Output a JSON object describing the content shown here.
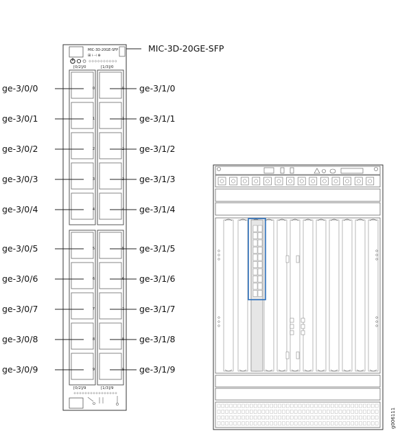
{
  "callout": {
    "label": "MIC-3D-20GE-SFP",
    "accent": "#2a6ebb"
  },
  "card": {
    "header_text": "MIC-3D-20GE-SFP",
    "left_group_top": "[0/2]/0",
    "right_group_top": "[1/3]/0",
    "left_group_bottom": "[0/2]/9",
    "right_group_bottom": "[1/3]/9"
  },
  "ports_left": [
    "ge-3/0/0",
    "ge-3/0/1",
    "ge-3/0/2",
    "ge-3/0/3",
    "ge-3/0/4",
    "ge-3/0/5",
    "ge-3/0/6",
    "ge-3/0/7",
    "ge-3/0/8",
    "ge-3/0/9"
  ],
  "ports_right": [
    "ge-3/1/0",
    "ge-3/1/1",
    "ge-3/1/2",
    "ge-3/1/3",
    "ge-3/1/4",
    "ge-3/1/5",
    "ge-3/1/6",
    "ge-3/1/7",
    "ge-3/1/8",
    "ge-3/1/9"
  ],
  "port_numbers": [
    "0",
    "1",
    "2",
    "3",
    "4",
    "5",
    "6",
    "7",
    "8",
    "9"
  ],
  "figure_id": "g006111"
}
